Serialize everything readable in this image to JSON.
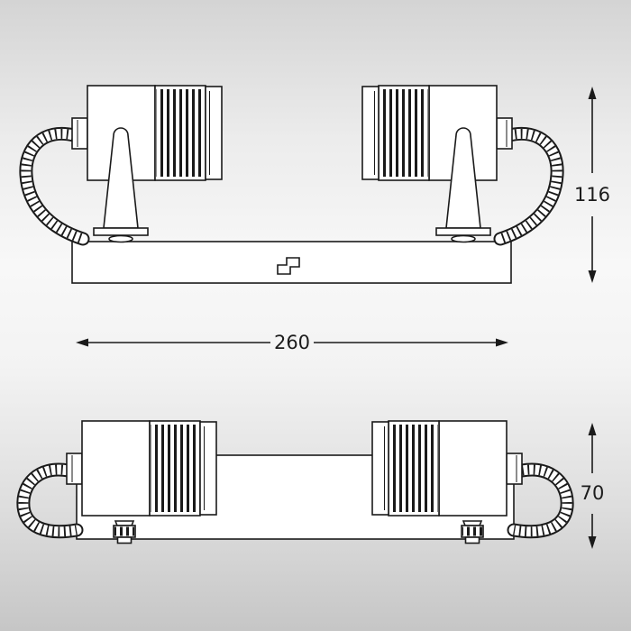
{
  "dimensions": {
    "front_height": "116",
    "overall_width": "260",
    "side_depth": "70"
  },
  "style": {
    "line_color": "#1a1a1a",
    "background_top": "#d4d4d4",
    "background_middle": "#f8f8f8",
    "background_bottom": "#c6c6c6"
  }
}
